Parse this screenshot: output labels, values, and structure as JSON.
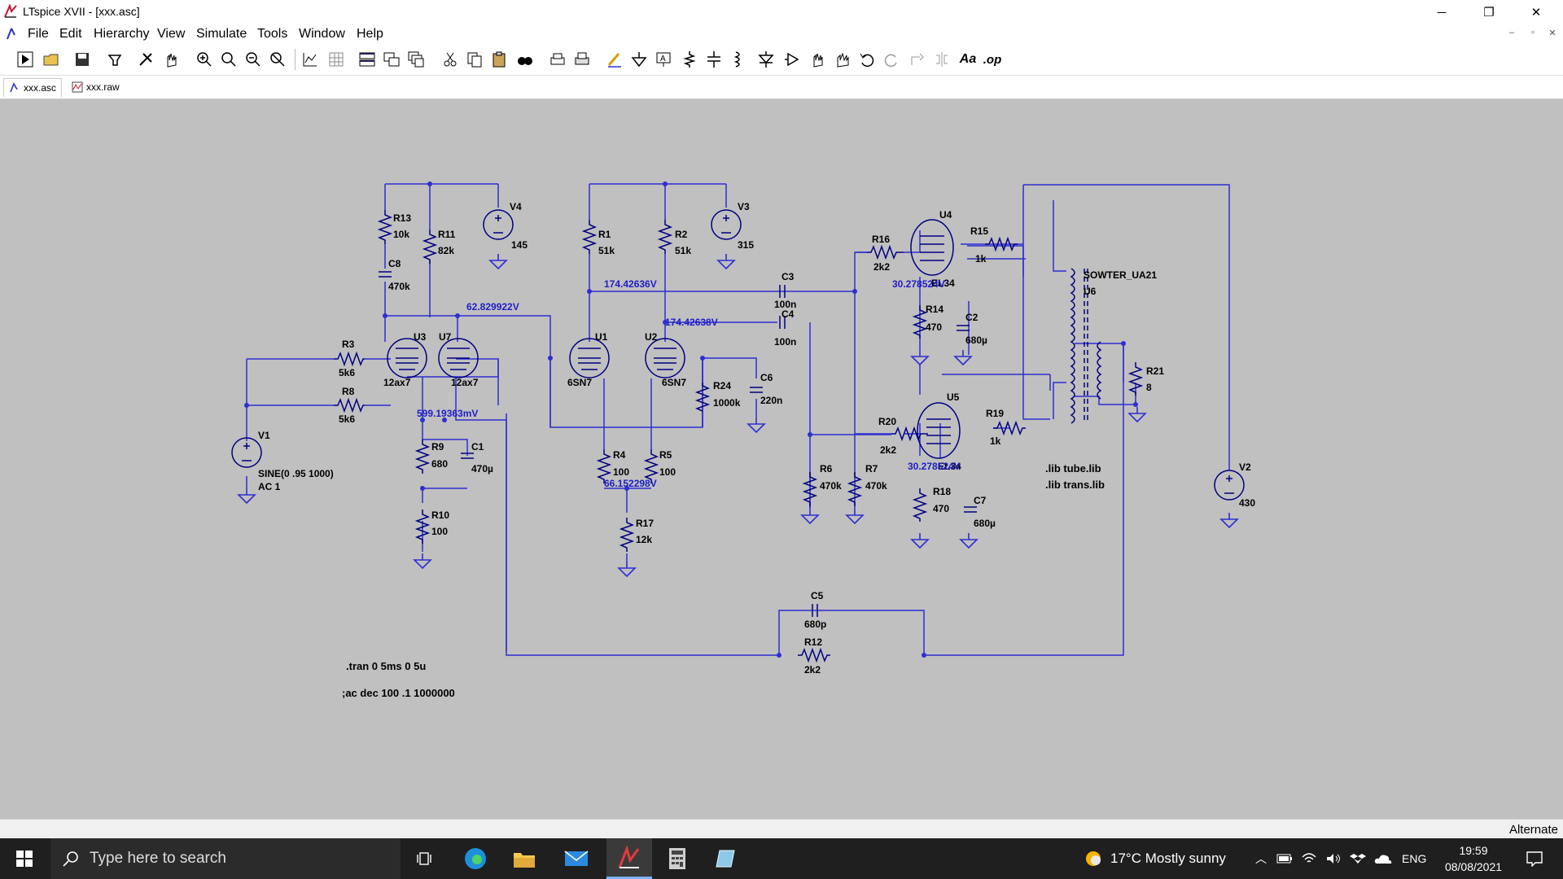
{
  "window": {
    "title": "LTspice XVII - [xxx.asc]",
    "minimize": "─",
    "maximize": "❐",
    "close": "✕"
  },
  "menu": [
    "File",
    "Edit",
    "Hierarchy",
    "View",
    "Simulate",
    "Tools",
    "Window",
    "Help"
  ],
  "tabs": [
    {
      "label": "xxx.asc"
    },
    {
      "label": "xxx.raw"
    }
  ],
  "toolbar_icons": [
    "run-icon",
    "open-icon",
    "save-icon",
    "control-panel-icon",
    "halt-icon",
    "pan-icon",
    "zoom-in-icon",
    "zoom-fit-icon",
    "zoom-out-icon",
    "zoom-cancel-icon",
    "autorange-icon",
    "grid-icon",
    "tile-horizontal-icon",
    "tile-vertical-icon",
    "cascade-icon",
    "cut-icon",
    "copy-icon",
    "paste-icon",
    "find-icon",
    "print-icon",
    "print-preview-icon",
    "wire-icon",
    "ground-icon",
    "label-icon",
    "resistor-icon",
    "capacitor-icon",
    "inductor-icon",
    "diode-icon",
    "component-icon",
    "move-icon",
    "drag-icon",
    "undo-icon",
    "redo-icon",
    "rotate-icon",
    "mirror-icon",
    "text-icon",
    "spice-directive-icon"
  ],
  "toolbar_labels": {
    "text": "Aa",
    "spice": ".op"
  },
  "schematic": {
    "components": {
      "R13": {
        "name": "R13",
        "value": "10k"
      },
      "R11": {
        "name": "R11",
        "value": "82k"
      },
      "C8": {
        "name": "C8",
        "value": "470k"
      },
      "V4": {
        "name": "V4",
        "value": "145"
      },
      "R1": {
        "name": "R1",
        "value": "51k"
      },
      "R2": {
        "name": "R2",
        "value": "51k"
      },
      "V3": {
        "name": "V3",
        "value": "315"
      },
      "C3": {
        "name": "C3",
        "value": "100n"
      },
      "C4": {
        "name": "C4",
        "value": "100n"
      },
      "R16": {
        "name": "R16",
        "value": "2k2"
      },
      "U4": {
        "name": "U4",
        "value": "EL34"
      },
      "R15": {
        "name": "R15",
        "value": "1k"
      },
      "R14": {
        "name": "R14",
        "value": "470"
      },
      "C2": {
        "name": "C2",
        "value": "680µ"
      },
      "U6": {
        "name": "U6",
        "value": "SOWTER_UA21"
      },
      "R21": {
        "name": "R21",
        "value": "8"
      },
      "R3": {
        "name": "R3",
        "value": "5k6"
      },
      "R8": {
        "name": "R8",
        "value": "5k6"
      },
      "U3": {
        "name": "U3",
        "value": "12ax7"
      },
      "U7": {
        "name": "U7",
        "value": "12ax7"
      },
      "U1": {
        "name": "U1",
        "value": "6SN7"
      },
      "U2": {
        "name": "U2",
        "value": "6SN7"
      },
      "R24": {
        "name": "R24",
        "value": "1000k"
      },
      "C6": {
        "name": "C6",
        "value": "220n"
      },
      "U5": {
        "name": "U5",
        "value": "EL34"
      },
      "R19": {
        "name": "R19",
        "value": "1k"
      },
      "R20": {
        "name": "R20",
        "value": "2k2"
      },
      "V1": {
        "name": "V1",
        "value": "SINE(0 .95 1000)",
        "value2": "AC 1"
      },
      "R9": {
        "name": "R9",
        "value": "680"
      },
      "C1": {
        "name": "C1",
        "value": "470µ"
      },
      "R4": {
        "name": "R4",
        "value": "100"
      },
      "R5": {
        "name": "R5",
        "value": "100"
      },
      "R6": {
        "name": "R6",
        "value": "470k"
      },
      "R7": {
        "name": "R7",
        "value": "470k"
      },
      "R18": {
        "name": "R18",
        "value": "470"
      },
      "C7": {
        "name": "C7",
        "value": "680µ"
      },
      "V2": {
        "name": "V2",
        "value": "430"
      },
      "R10": {
        "name": "R10",
        "value": "100"
      },
      "R17": {
        "name": "R17",
        "value": "12k"
      },
      "C5": {
        "name": "C5",
        "value": "680p"
      },
      "R12": {
        "name": "R12",
        "value": "2k2"
      }
    },
    "voltages": {
      "v1": "62.829922V",
      "v2": "174.42636V",
      "v3": "174.42638V",
      "v4": "599.19363mV",
      "v5": "66.152298V",
      "v6": "30.278524V",
      "v7": "30.278524V"
    },
    "directives": {
      "tran": ".tran 0 5ms 0 5u",
      "ac": ";ac dec 100 .1 1000000",
      "lib1": ".lib tube.lib",
      "lib2": ".lib trans.lib"
    }
  },
  "status": "Alternate",
  "taskbar": {
    "search_placeholder": "Type here to search",
    "weather": "17°C  Mostly sunny",
    "lang": "ENG",
    "time": "19:59",
    "date": "08/08/2021"
  },
  "colors": {
    "wire": "#2e2ed1",
    "component": "#000080",
    "canvas": "#c0c0c0",
    "voltage": "#1e1ec8"
  }
}
